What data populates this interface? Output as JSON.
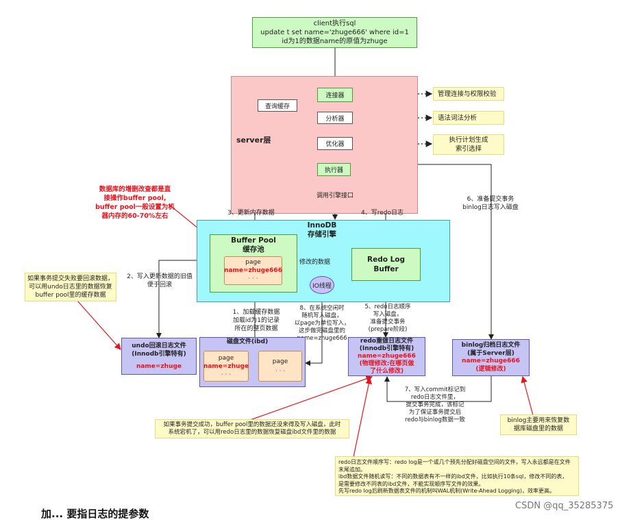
{
  "client": {
    "line1": "client执行sql",
    "line2": "update t set name='zhuge666' where id=1",
    "line3": "id为1的数据name的原值为zhuge"
  },
  "server": {
    "label": "server层",
    "connector": "连接器",
    "query_cache": "查询缓存",
    "analyzer": "分析器",
    "optimizer": "优化器",
    "executor": "执行器",
    "engine_api": "调用引擎接口"
  },
  "notes": {
    "connect": "管理连接与权限校验",
    "analyze": "语法词法分析",
    "optimize_1": "执行计划生成",
    "optimize_2": "索引选择",
    "undo_recover": [
      "如果事务提交失败要回滚数据，",
      "可以用undo日志里的数据恢复",
      "buffer pool里的缓存数据"
    ],
    "redo_recover": [
      "如果事务提交成功，buffer pool里的数据还没来得及写入磁盘，此时",
      "系统宕机了，可以用redo日志里的数据恢复磁盘ibd文件里的数据"
    ],
    "binlog_recover": [
      "binlog主要用来恢复数",
      "据库磁盘里的数据"
    ],
    "redo_order": [
      "redo日志文件顺序写：redo log是一个或几个预先分配好磁盘空间的文件，写入永远都是在文件",
      "末尾追加。",
      "ibd数据文件随机读写：不同的数据表有不一样的ibd文件，比如执行10条sql，修改不同的表，",
      "是需要修改不同表的ibd文件，不能实现顺序写文件的效果。",
      "先写redo log后刷新数据表文件的机制叫WAL机制(Write-Ahead Logging)，效率更高。"
    ]
  },
  "red_annotation": [
    "数据库的增删改查都是直",
    "接操作buffer pool,",
    "buffer pool一般设置为机",
    "器内存的60-70%左右"
  ],
  "innodb": {
    "title_1": "InnoDB",
    "title_2": "存储引擎",
    "buffer_pool_1": "Buffer Pool",
    "buffer_pool_2": "缓存池",
    "page_label": "page",
    "page_value": "name=zhuge666",
    "dots": "· · ·",
    "modified": "修改的数据",
    "io_thread": "IO线程",
    "redo_buffer_1": "Redo Log",
    "redo_buffer_2": "Buffer"
  },
  "steps": {
    "s1": [
      "1、加载缓存数据",
      "加载id为1的记录",
      "所在的整页数据"
    ],
    "s2": [
      "2、写入更新数据的旧值",
      "便于回滚"
    ],
    "s3": "3、更新内存数据",
    "s4": "4、写redo日志",
    "s5": [
      "5、redo日志顺序",
      "写入磁盘，",
      "准备提交事务",
      "(prepare阶段)"
    ],
    "s6": [
      "6、准备提交事务",
      "binlog日志写入磁盘"
    ],
    "s7": [
      "7、写入commit标记到",
      "redo日志文件里，",
      "提交事务完成，该标记",
      "为了保证事务提交后",
      "redo与binlog数据一致"
    ],
    "s8": [
      "8、在系统空闲时",
      "随机写入磁盘，",
      "以page为单位写入，",
      "这步做完磁盘里的",
      "name=zhuge666"
    ]
  },
  "undo": {
    "title_1": "undo回滚日志文件",
    "title_2": "(Innodb引擎特有)",
    "value": "name=zhuge"
  },
  "disk": {
    "title": "磁盘文件(ibd)",
    "page_label": "page",
    "page1_value": "name=zhuge",
    "dots": "· · ·"
  },
  "redo_file": {
    "title_1": "redo重做日志文件",
    "title_2": "(Innodb引擎特有)",
    "value": "name=zhuge666",
    "note_1": "(物理修改:在哪页做",
    "note_2": "了什么修改)"
  },
  "binlog": {
    "title_1": "binlog归档日志文件",
    "title_2": "(属于Server层)",
    "value": "name=zhuge666",
    "note": "(逻辑修改)"
  },
  "bottom_heading": "加... 要指日志的提参数",
  "watermark": "CSDN @qq_35285375"
}
